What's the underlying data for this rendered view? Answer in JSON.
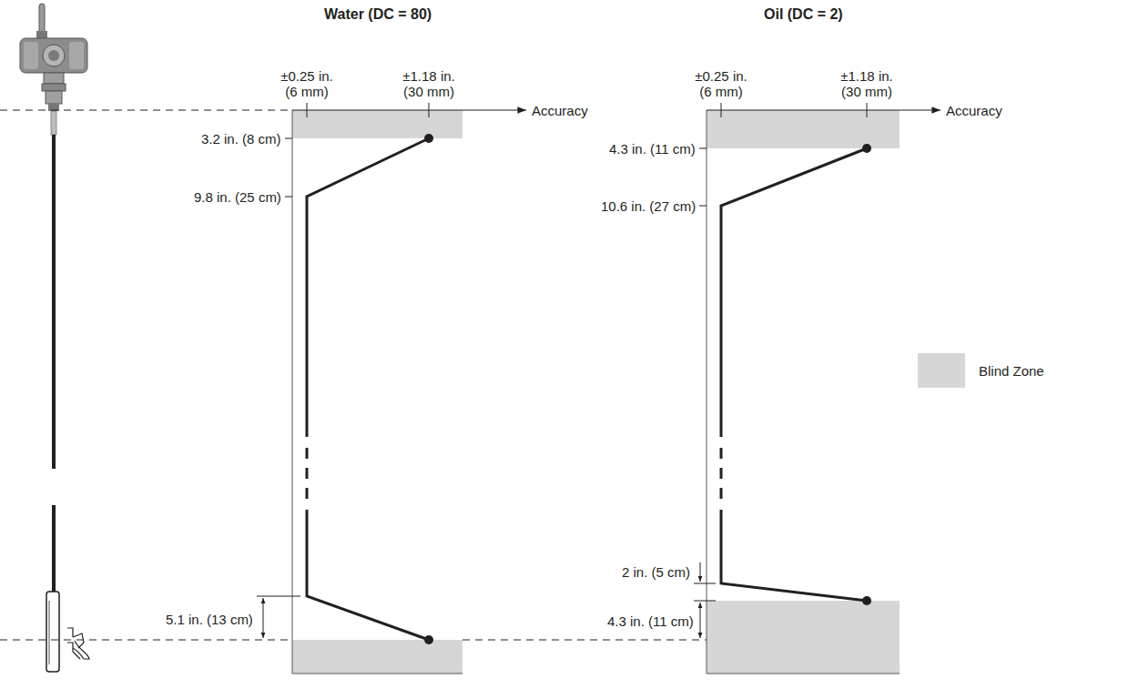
{
  "diagram": {
    "labels": [
      "Water (DC = 80)",
      "±0.25 in. (6 mm)",
      "±1.18 in. (30 mm)",
      "Accuracy",
      "3.2 in. (8 cm)",
      "9.8 in. (25 cm)",
      "5.1 in. (13 cm)",
      "Oil (DC = 2)",
      "±0.25 in. (6 mm)",
      "±1.18 in. (30 mm)",
      "Accuracy",
      "4.3 in. (11 cm)",
      "10.6 in. (27 cm)",
      "2 in. (5 cm)",
      "4.3 in. (11 cm)"
    ],
    "legend": [
      {
        "text": "Blind Zone",
        "color": "#d6d6d6"
      }
    ]
  }
}
